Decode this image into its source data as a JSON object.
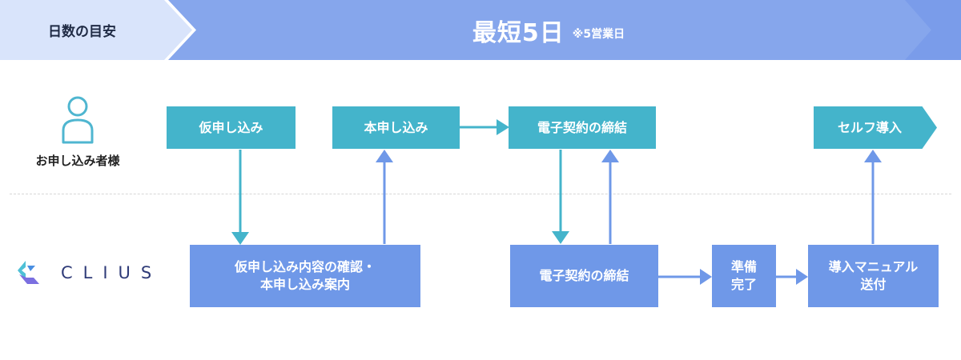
{
  "header": {
    "period_label": "日数の目安",
    "duration_main": "最短5日",
    "duration_note": "※5営業日"
  },
  "actors": {
    "customer_label": "お申し込み者様",
    "provider_name": "CLIUS"
  },
  "customer_steps": [
    {
      "label": "仮申し込み"
    },
    {
      "label": "本申し込み"
    },
    {
      "label": "電子契約の締結"
    },
    {
      "label": "セルフ導入"
    }
  ],
  "provider_steps": [
    {
      "line1": "仮申し込み内容の確認・",
      "line2": "本申し込み案内"
    },
    {
      "label": "電子契約の締結"
    },
    {
      "line1": "準備",
      "line2": "完了"
    },
    {
      "line1": "導入マニュアル",
      "line2": "送付"
    }
  ],
  "colors": {
    "header_left": "#d9e4fb",
    "header_main": "#86a6ec",
    "customer_step": "#44b4cb",
    "provider_step": "#6f98e8",
    "arrow_down": "#44b4cb",
    "arrow_up": "#6f98e8"
  }
}
